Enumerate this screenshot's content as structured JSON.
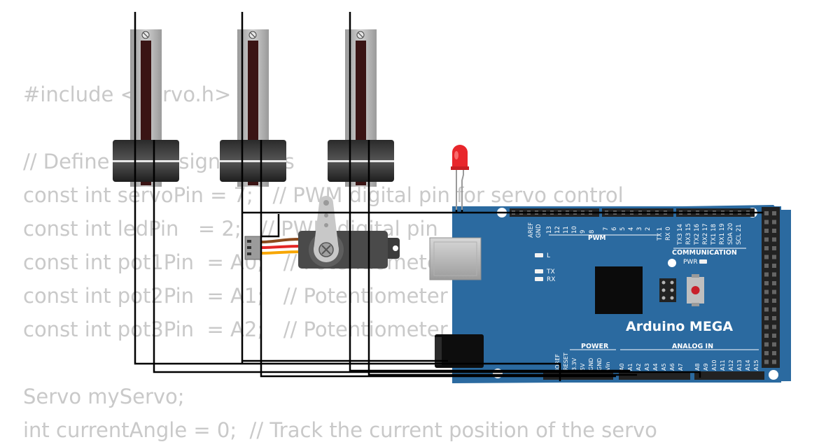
{
  "code": {
    "lines": [
      "#include <Servo.h>",
      "",
      "// Define the assigned pins",
      "const int servoPin = 7;   // PWM digital pin for servo control",
      "const int ledPin   = 2;   // PWM digital pin",
      "const int pot1Pin  = A0;   // Potentiometer",
      "const int pot2Pin  = A1;   // Potentiometer",
      "const int pot3Pin  = A2;   // Potentiometer",
      "",
      "",
      "Servo myServo;",
      "int currentAngle = 0;  // Track the current position of the servo"
    ]
  },
  "board": {
    "name": "Arduino MEGA",
    "color": "#2b6aa0",
    "top_header_labels": [
      "AREF",
      "GND",
      "13",
      "12",
      "11",
      "10",
      "9",
      "8",
      "7",
      "6",
      "5",
      "4",
      "3",
      "2",
      "TX 1",
      "RX 0",
      "TX3 14",
      "RX3 15",
      "TX2 16",
      "RX2 17",
      "TX1 18",
      "RX1 19",
      "SDA 20",
      "SCL 21"
    ],
    "pwm_label": "PWM",
    "communication_label": "COMMUNICATION",
    "led_labels": {
      "l": "L",
      "tx": "TX",
      "rx": "RX",
      "pwr": "PWR"
    },
    "power_label": "POWER",
    "analog_label": "ANALOG IN",
    "power_pins": [
      "IOREF",
      "RESET",
      "3.3V",
      "5V",
      "GND",
      "GND",
      "Vin"
    ],
    "analog_pins": [
      "A0",
      "A1",
      "A2",
      "A3",
      "A4",
      "A5",
      "A6",
      "A7",
      "A8",
      "A9",
      "A10",
      "A11",
      "A12",
      "A13",
      "A14",
      "A15"
    ]
  },
  "colors": {
    "wire": "#000000",
    "led": "#e8262b",
    "servo_wire_brown": "#8a4a1c",
    "servo_wire_red": "#e32626",
    "servo_wire_orange": "#f7a600",
    "pot_track": "#3a1414"
  }
}
